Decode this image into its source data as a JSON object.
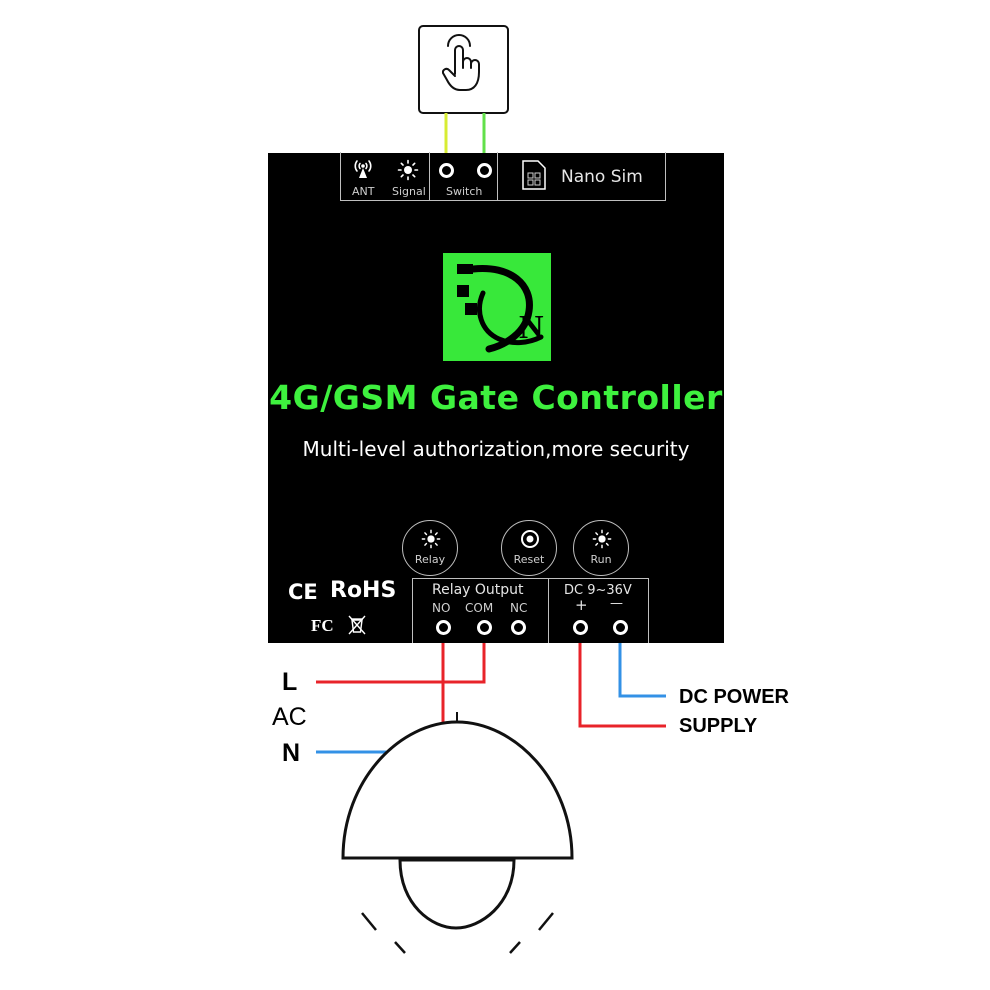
{
  "switch_box": {
    "icon": "hand-pointer-icon"
  },
  "top_panel": {
    "ant_label": "ANT",
    "signal_label": "Signal",
    "switch_label": "Switch",
    "sim_label": "Nano Sim",
    "ant_icon": "antenna-icon",
    "signal_icon": "sun-led-icon",
    "sim_icon": "sim-card-icon"
  },
  "logo": {
    "text": "N"
  },
  "title": "4G/GSM Gate Controller",
  "subtitle": "Multi-level authorization,more security",
  "leds": [
    {
      "label": "Relay"
    },
    {
      "label": "Reset"
    },
    {
      "label": "Run"
    }
  ],
  "certifications": {
    "ce": "CE",
    "rohs": "RoHS",
    "fc": "FC"
  },
  "relay_panel": {
    "title": "Relay Output",
    "no": "NO",
    "com": "COM",
    "nc": "NC"
  },
  "dc_panel": {
    "title": "DC 9~36V",
    "plus": "+",
    "minus": "—"
  },
  "ac": {
    "l": "L",
    "ac": "AC",
    "n": "N"
  },
  "dc_power": {
    "line1": "DC POWER",
    "line2": "SUPPLY"
  },
  "colors": {
    "wire_red": "#e8232a",
    "wire_blue": "#3391e6",
    "wire_green": "#62e04a",
    "wire_yellow": "#d7ec33",
    "accent_green": "#3ef13e"
  }
}
